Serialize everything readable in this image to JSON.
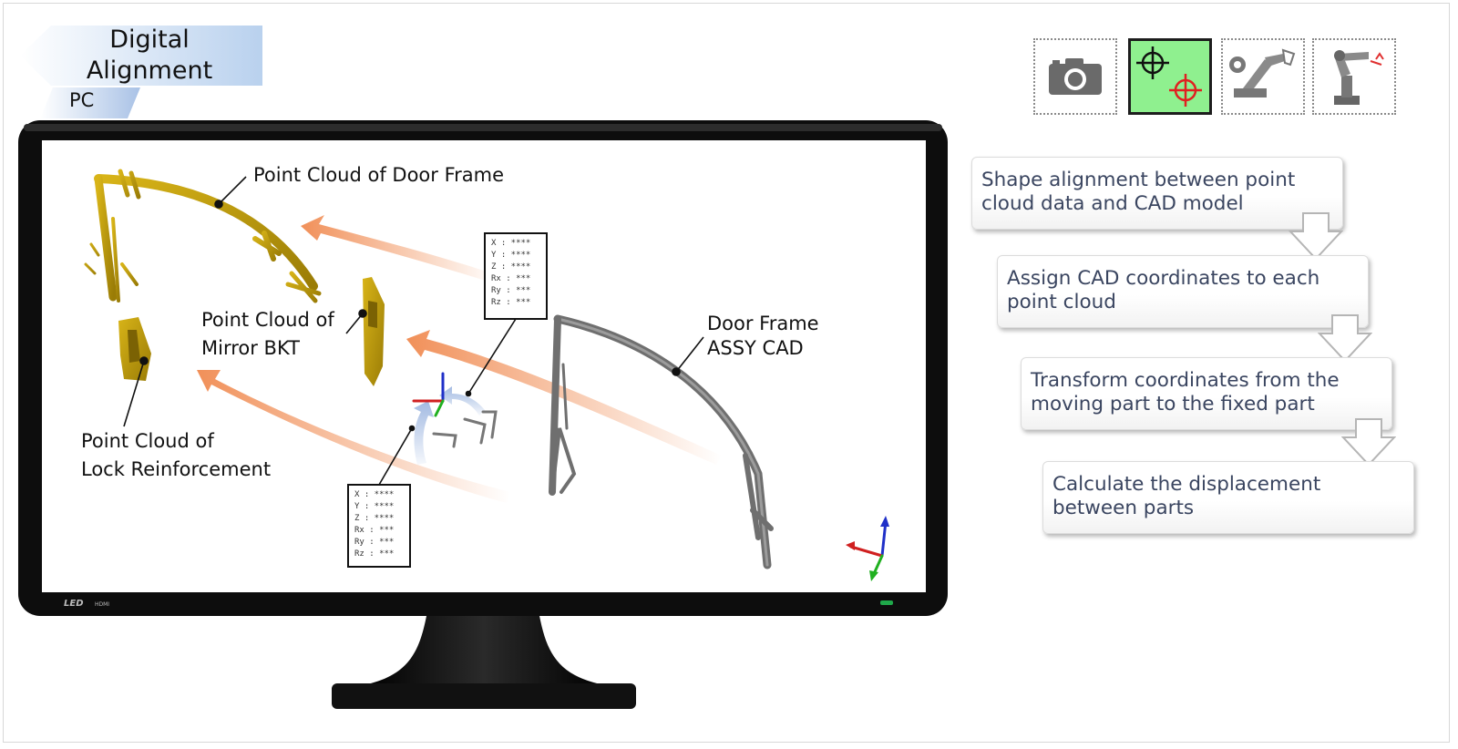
{
  "header": {
    "title_line1": "Digital",
    "title_line2": "Alignment",
    "tag": "PC"
  },
  "toolbar": {
    "items": [
      {
        "name": "camera-icon",
        "active": false
      },
      {
        "name": "crosshair-targets-icon",
        "active": true
      },
      {
        "name": "robot-gripper-icon",
        "active": false
      },
      {
        "name": "robot-arm-icon",
        "active": false
      }
    ],
    "active_color": "#8ff08f"
  },
  "screen": {
    "labels": {
      "door_frame_pc": "Point Cloud of Door Frame",
      "mirror_bkt_line1": "Point Cloud of",
      "mirror_bkt_line2": "Mirror BKT",
      "lock_reinf_line1": "Point Cloud of",
      "lock_reinf_line2": "Lock Reinforcement",
      "cad_line1": "Door Frame",
      "cad_line2": "ASSY CAD"
    },
    "coord_box_top": [
      "X : ****",
      "Y : ****",
      "Z : ****",
      "Rx : ***",
      "Ry : ***",
      "Rz : ***"
    ],
    "coord_box_bottom": [
      "X : ****",
      "Y : ****",
      "Z : ****",
      "Rx : ***",
      "Ry : ***",
      "Rz : ***"
    ],
    "bezel_brand": "LED",
    "bezel_port": "HDMI",
    "colors": {
      "point_cloud": "#b99a08",
      "cad": "#6f6f6f",
      "arrow_orange": "#f08a50",
      "arrow_blue": "#9db6e0"
    }
  },
  "steps": [
    "Shape alignment between point cloud data and CAD model",
    "Assign CAD coordinates to each point cloud",
    "Transform coordinates from the moving part to the fixed part",
    "Calculate the displacement between parts"
  ]
}
